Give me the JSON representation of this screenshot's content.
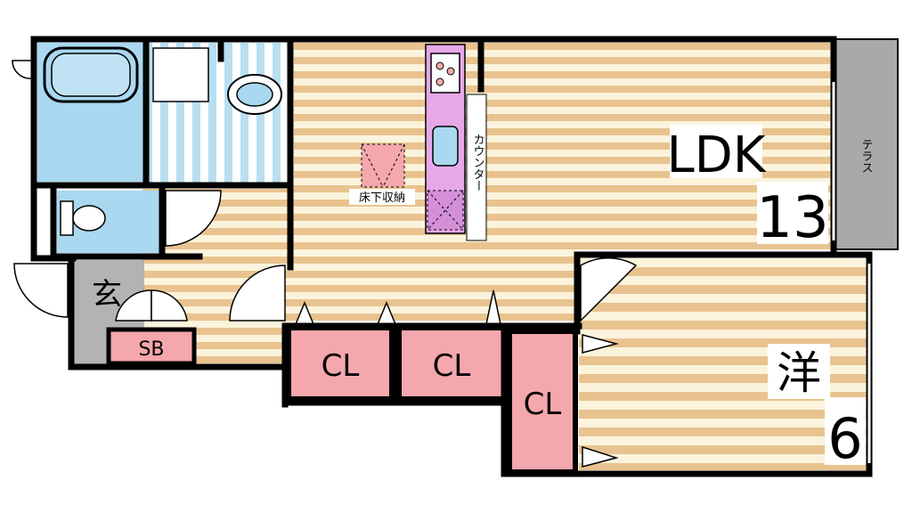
{
  "rooms": {
    "ldk": {
      "label": "LDK",
      "size": "13"
    },
    "western": {
      "label": "洋",
      "size": "6"
    },
    "terrace": "テラス",
    "entrance": "玄",
    "shoe_box": "SB",
    "closets": [
      "CL",
      "CL",
      "CL"
    ],
    "underfloor_storage": "床下収納",
    "counter": "カウンター"
  },
  "colors": {
    "floor_light": "#fbf3dc",
    "floor_dark": "#e9c38f",
    "wall": "#000000",
    "closet": "#f4a7ad",
    "wet_area": "#a9d8f0",
    "kitchen": "#e7a8e8",
    "terrace": "#a9a9a9",
    "entrance": "#b3b3b3"
  }
}
